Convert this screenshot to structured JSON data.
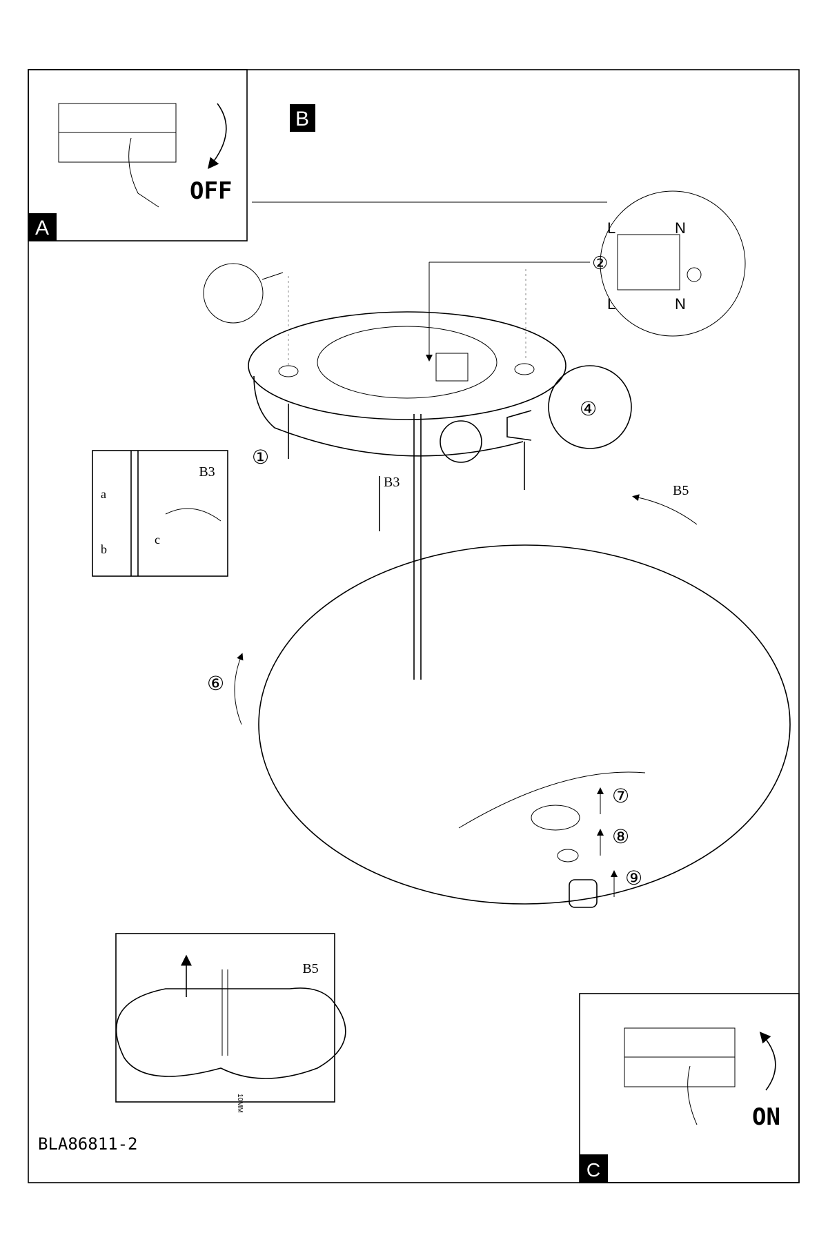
{
  "panels": {
    "a": {
      "badge": "A",
      "action": "OFF"
    },
    "b": {
      "badge": "B"
    },
    "c": {
      "badge": "C",
      "action": "ON"
    }
  },
  "wiring": {
    "live_top": "L",
    "neutral_top": "N",
    "live_bottom": "L",
    "neutral_bottom": "N",
    "step": "②"
  },
  "steps": {
    "s1": "①",
    "s4": "④",
    "s6": "⑥",
    "s7": "⑦",
    "s8": "⑧",
    "s9": "⑨",
    "b3": "B3",
    "b5": "B5"
  },
  "detail_b3": {
    "label": "B3",
    "a": "a",
    "b": "b",
    "c": "c"
  },
  "detail_b5": {
    "label": "B5",
    "dim": "10MM"
  },
  "footer": {
    "code": "BLA86811-2"
  }
}
